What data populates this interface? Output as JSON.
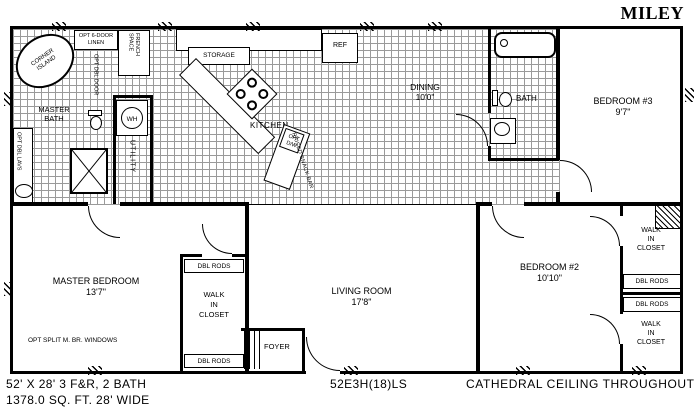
{
  "title": "MILEY",
  "footer": {
    "dims": "52' X 28' 3 F&R, 2 BATH",
    "sqft": "1378.0 SQ. FT. 28' WIDE",
    "model": "52E3H(18)LS",
    "ceiling": "CATHEDRAL CEILING THROUGHOUT"
  },
  "rooms": {
    "master_bath": {
      "l1": "MASTER",
      "l2": "BATH"
    },
    "corner_island": {
      "l1": "CORNER",
      "l2": "ISLAND"
    },
    "linen": {
      "l1": "OPT 6-DOOR",
      "l2": "LINEN"
    },
    "french_space": "FRENCH SPACE",
    "opt_dbl_door": "OPT DBL DOOR",
    "opt_dbl_lavs": "OPT DBL LAVS",
    "water_heater": "WH",
    "utility": "UTILITY",
    "storage": "STORAGE",
    "kitchen": "KITCHEN",
    "ref": "REF",
    "opt_dw": "OPT D/W",
    "snack_bar": "RAISED SNACK BAR",
    "dining": {
      "name": "DINING",
      "size": "10'0\""
    },
    "bath": "BATH",
    "bedroom3": {
      "name": "BEDROOM #3",
      "size": "9'7\""
    },
    "bedroom2": {
      "name": "BEDROOM #2",
      "size": "10'10\""
    },
    "master_bedroom": {
      "name": "MASTER BEDROOM",
      "size": "13'7\"",
      "opt_split": "OPT SPLIT M. BR. WINDOWS"
    },
    "living": {
      "name": "LIVING ROOM",
      "size": "17'8\""
    },
    "foyer": "FOYER",
    "closet": {
      "w1": "WALK",
      "w2": "IN",
      "w3": "CLOSET",
      "rods": "DBL RODS"
    }
  }
}
